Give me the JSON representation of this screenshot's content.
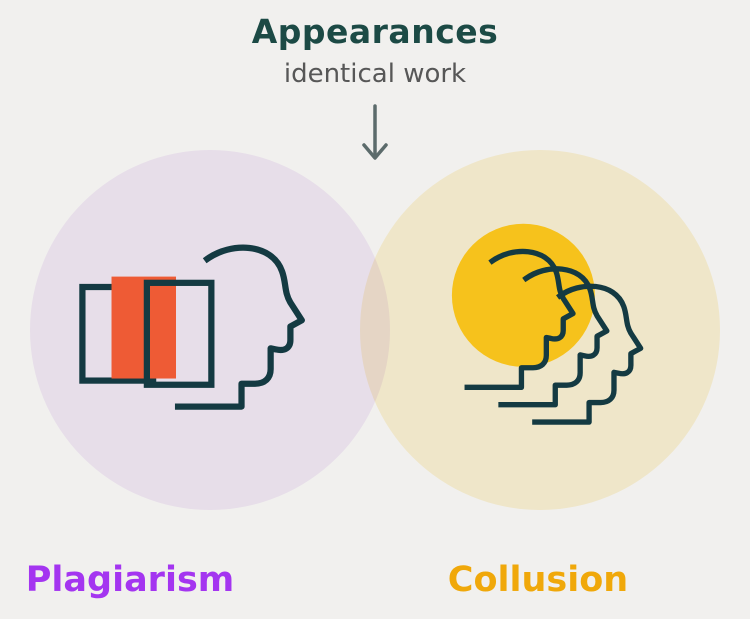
{
  "header": {
    "title": "Appearances",
    "subtitle": "identical work"
  },
  "labels": {
    "left": "Plagiarism",
    "right": "Collusion"
  },
  "icons": {
    "arrow": "down-arrow-icon",
    "left": "plagiarism-head-with-documents-icon",
    "right": "collusion-three-heads-icon"
  },
  "colors": {
    "background": "#f1f0ee",
    "title": "#1c4a45",
    "subtitle": "#575757",
    "arrow": "#5c6b6b",
    "left_circle": "#f5ecfa",
    "right_circle": "#fdf5d8",
    "left_label": "#a435f0",
    "right_label": "#f0a80a",
    "outline": "#143a42",
    "accent_orange": "#ee5b35",
    "accent_yellow": "#f6c21c"
  },
  "venn": {
    "overlap_meaning": "identical work",
    "left_set": "Plagiarism",
    "right_set": "Collusion"
  }
}
